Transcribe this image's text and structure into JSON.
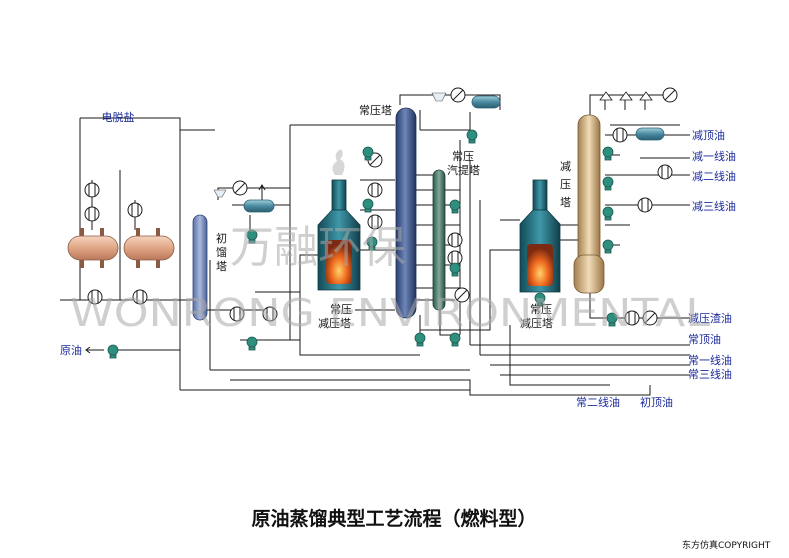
{
  "title": "原油蒸馏典型工艺流程（燃料型）",
  "copyright": "东方仿真COPYRIGHT",
  "watermark": {
    "cn": "万融环保",
    "en": "WONRONG ENVIRONMENTAL"
  },
  "equipment": {
    "desalter": "电脱盐",
    "pre_flash_tower": "初馏塔",
    "atm_furnace": "常压减压塔",
    "atm_tower": "常压塔",
    "atm_stripper": "常压汽提塔",
    "vac_furnace": "常压减压塔",
    "vac_tower": "减压塔"
  },
  "streams": {
    "crude_in": "原油",
    "vac_top_oil": "减顶油",
    "vac_1st": "减一线油",
    "vac_2nd": "减二线油",
    "vac_3rd": "减三线油",
    "vac_residue": "减压渣油",
    "atm_top_oil": "常顶油",
    "atm_1st": "常一线油",
    "atm_3rd": "常三线油",
    "atm_2nd": "常二线油",
    "pre_top_oil": "初顶油"
  },
  "colors": {
    "line": "#1a1a1a",
    "label_blue": "#1a2a9c",
    "tower_blue": "#3f5e9a",
    "stripper_green": "#4f7f70",
    "vac_tower": "#d9b98a",
    "furnace_teal": "#1f6b7b",
    "fire": "#e2571c",
    "pump": "#2f8f7f",
    "exchanger": "#6d8fb4",
    "drum": "#4a8aa0",
    "desalter": "#e6b59a"
  }
}
